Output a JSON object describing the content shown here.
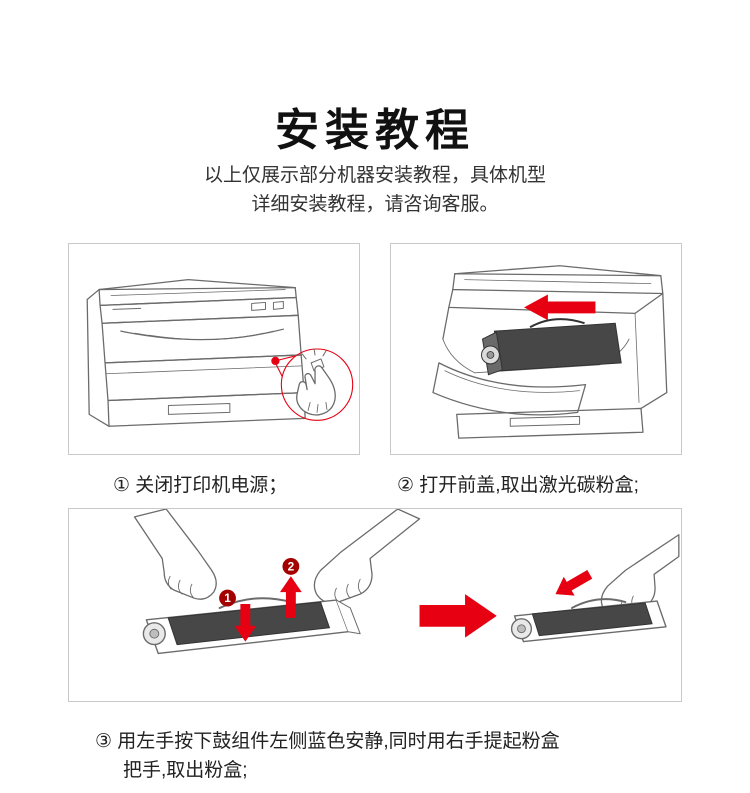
{
  "header": {
    "title": "安装教程",
    "subtitle_line1": "以上仅展示部分机器安装教程，具体机型",
    "subtitle_line2": "详细安装教程，请咨询客服。"
  },
  "steps": {
    "step1_caption": "① 关闭打印机电源；",
    "step2_caption": "② 打开前盖,取出激光碳粉盒;",
    "step3_caption_line1": "③ 用左手按下鼓组件左侧蓝色安静,同时用右手提起粉盒",
    "step3_caption_line2": "把手,取出粉盒;"
  },
  "badges": {
    "press_down": "1",
    "lift_up": "2"
  },
  "colors": {
    "accent_red": "#e60012",
    "badge_red": "#a40000",
    "line_gray": "#6b6b6b",
    "panel_border": "#c9c9c9",
    "cartridge_dark": "#474747"
  }
}
